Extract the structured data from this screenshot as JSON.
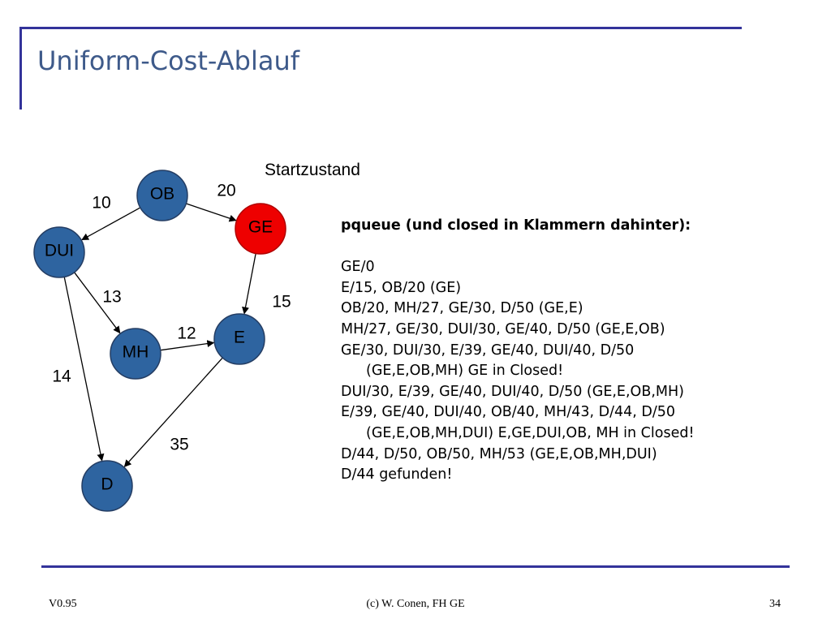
{
  "slide": {
    "title": "Uniform-Cost-Ablauf"
  },
  "graph": {
    "start_label": "Startzustand",
    "colors": {
      "node": "#2e64a0",
      "start_node": "#ee0000",
      "node_stroke": "#243d63",
      "start_stroke": "#b00000"
    },
    "nodes": [
      {
        "id": "OB",
        "label": "OB",
        "start": false
      },
      {
        "id": "GE",
        "label": "GE",
        "start": true
      },
      {
        "id": "DUI",
        "label": "DUI",
        "start": false
      },
      {
        "id": "MH",
        "label": "MH",
        "start": false
      },
      {
        "id": "E",
        "label": "E",
        "start": false
      },
      {
        "id": "D",
        "label": "D",
        "start": false
      }
    ],
    "edges": [
      {
        "from": "OB",
        "to": "DUI",
        "cost": "10"
      },
      {
        "from": "OB",
        "to": "GE",
        "cost": "20"
      },
      {
        "from": "DUI",
        "to": "MH",
        "cost": "13"
      },
      {
        "from": "GE",
        "to": "E",
        "cost": "15"
      },
      {
        "from": "MH",
        "to": "E",
        "cost": "12"
      },
      {
        "from": "DUI",
        "to": "D",
        "cost": "14"
      },
      {
        "from": "E",
        "to": "D",
        "cost": "35"
      }
    ]
  },
  "pqueue": {
    "heading": "pqueue (und closed in Klammern dahinter):",
    "lines": [
      {
        "text": "GE/0",
        "indent": false
      },
      {
        "text": "E/15, OB/20  (GE)",
        "indent": false
      },
      {
        "text": "OB/20, MH/27, GE/30, D/50  (GE,E)",
        "indent": false
      },
      {
        "text": "MH/27, GE/30, DUI/30, GE/40, D/50 (GE,E,OB)",
        "indent": false
      },
      {
        "text": "GE/30, DUI/30, E/39, GE/40, DUI/40, D/50",
        "indent": false
      },
      {
        "text": "(GE,E,OB,MH) GE in Closed!",
        "indent": true
      },
      {
        "text": "DUI/30, E/39, GE/40, DUI/40, D/50  (GE,E,OB,MH)",
        "indent": false
      },
      {
        "text": "E/39, GE/40, DUI/40, OB/40, MH/43, D/44, D/50",
        "indent": false
      },
      {
        "text": "(GE,E,OB,MH,DUI) E,GE,DUI,OB, MH in Closed!",
        "indent": true
      },
      {
        "text": "D/44, D/50, OB/50, MH/53  (GE,E,OB,MH,DUI)",
        "indent": false
      },
      {
        "text": "D/44 gefunden!",
        "indent": false
      }
    ]
  },
  "footer": {
    "version": "V0.95",
    "copyright": "(c) W. Conen, FH GE",
    "page_number": "34"
  }
}
